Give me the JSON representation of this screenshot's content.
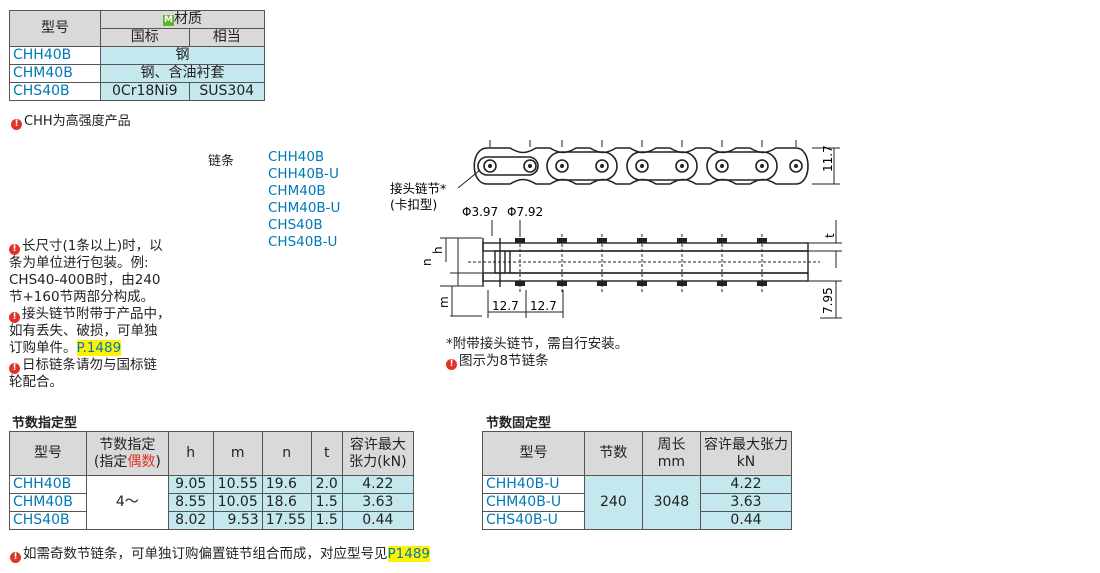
{
  "material": {
    "h_model": "型号",
    "badge": "M",
    "h_material": "材质",
    "h_guobiao": "国标",
    "h_xiangdang": "相当",
    "rows": [
      {
        "model": "CHH40B",
        "mat": "钢"
      },
      {
        "model": "CHM40B",
        "mat": "钢、含油衬套"
      },
      {
        "model": "CHS40B",
        "guobiao": "0Cr18Ni9",
        "xiangdang": "SUS304"
      }
    ],
    "note": "CHH为高强度产品"
  },
  "chain": {
    "label": "链条",
    "models": [
      "CHH40B",
      "CHH40B-U",
      "CHM40B",
      "CHM40B-U",
      "CHS40B",
      "CHS40B-U"
    ]
  },
  "left_notes": {
    "n1_l1": "长尺寸(1条以上)时，以",
    "n1_l2": "条为单位进行包装。例:",
    "n1_l3": "CHS40-400B时，由240",
    "n1_l4": "节+160节两部分构成。",
    "n2_l1": "接头链节附带于产品中，",
    "n2_l2": "如有丢失、破损，可单独",
    "n2_l3": "订购单件。",
    "n2_ref": "P.1489",
    "n3_l1": "日标链条请勿与国标链",
    "n3_l2": "轮配合。"
  },
  "drawing": {
    "joint_l1": "接头链节*",
    "joint_l2": "(卡扣型)",
    "d1": "Φ3.97",
    "d2": "Φ7.92",
    "dim_117": "11.7",
    "dim_t": "t",
    "dim_h": "h",
    "dim_n": "n",
    "dim_m": "m",
    "pitch1": "12.7",
    "pitch2": "12.7",
    "dim_795": "7.95",
    "note1": "*附带接头链节，需自行安装。",
    "note2": "图示为8节链条"
  },
  "table1": {
    "title": "节数指定型",
    "h_model": "型号",
    "h_links_l1": "节数指定",
    "h_links_l2a": "(指定",
    "h_links_l2b": "偶数",
    "h_links_l2c": ")",
    "h_h": "h",
    "h_m": "m",
    "h_n": "n",
    "h_t": "t",
    "h_force_l1": "容许最大",
    "h_force_l2": "张力(kN)",
    "links": "4～",
    "rows": [
      {
        "model": "CHH40B",
        "h": "9.05",
        "m": "10.55",
        "n": "19.6",
        "t": "2.0",
        "force": "4.22"
      },
      {
        "model": "CHM40B",
        "h": "8.55",
        "m": "10.05",
        "n": "18.6",
        "t": "1.5",
        "force": "3.63"
      },
      {
        "model": "CHS40B",
        "h": "8.02",
        "m": "9.53",
        "n": "17.55",
        "t": "1.5",
        "force": "0.44"
      }
    ]
  },
  "table2": {
    "title": "节数固定型",
    "h_model": "型号",
    "h_links": "节数",
    "h_len_l1": "周长",
    "h_len_l2": "mm",
    "h_force_l1": "容许最大张力",
    "h_force_l2": "kN",
    "links": "240",
    "length": "3048",
    "rows": [
      {
        "model": "CHH40B-U",
        "force": "4.22"
      },
      {
        "model": "CHM40B-U",
        "force": "3.63"
      },
      {
        "model": "CHS40B-U",
        "force": "0.44"
      }
    ]
  },
  "bottom_note": {
    "text": "如需奇数节链条，可单独订购偏置链节组合而成，对应型号见",
    "ref": "P1489"
  }
}
